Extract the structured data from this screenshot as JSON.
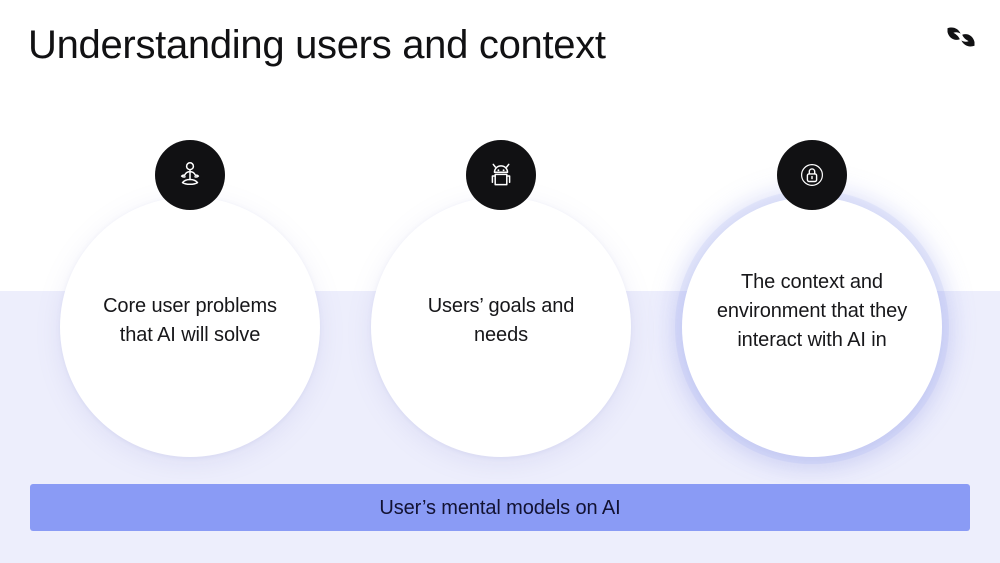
{
  "slide": {
    "title": "Understanding users and context",
    "brand_logo_name": "brand-logo-icon",
    "colors": {
      "background_top": "#FFFFFF",
      "background_bottom": "#EDEEFC",
      "badge": "#111113",
      "banner": "#8A9BF5",
      "text": "#17171A"
    }
  },
  "pillars": [
    {
      "icon": "meditation-person-icon",
      "text": "Core user problems that AI will solve"
    },
    {
      "icon": "robot-icon",
      "text": "Users’ goals and needs"
    },
    {
      "icon": "lock-icon",
      "text": "The context and environment that they interact with AI in"
    }
  ],
  "banner": {
    "label": "User’s mental models on AI"
  }
}
